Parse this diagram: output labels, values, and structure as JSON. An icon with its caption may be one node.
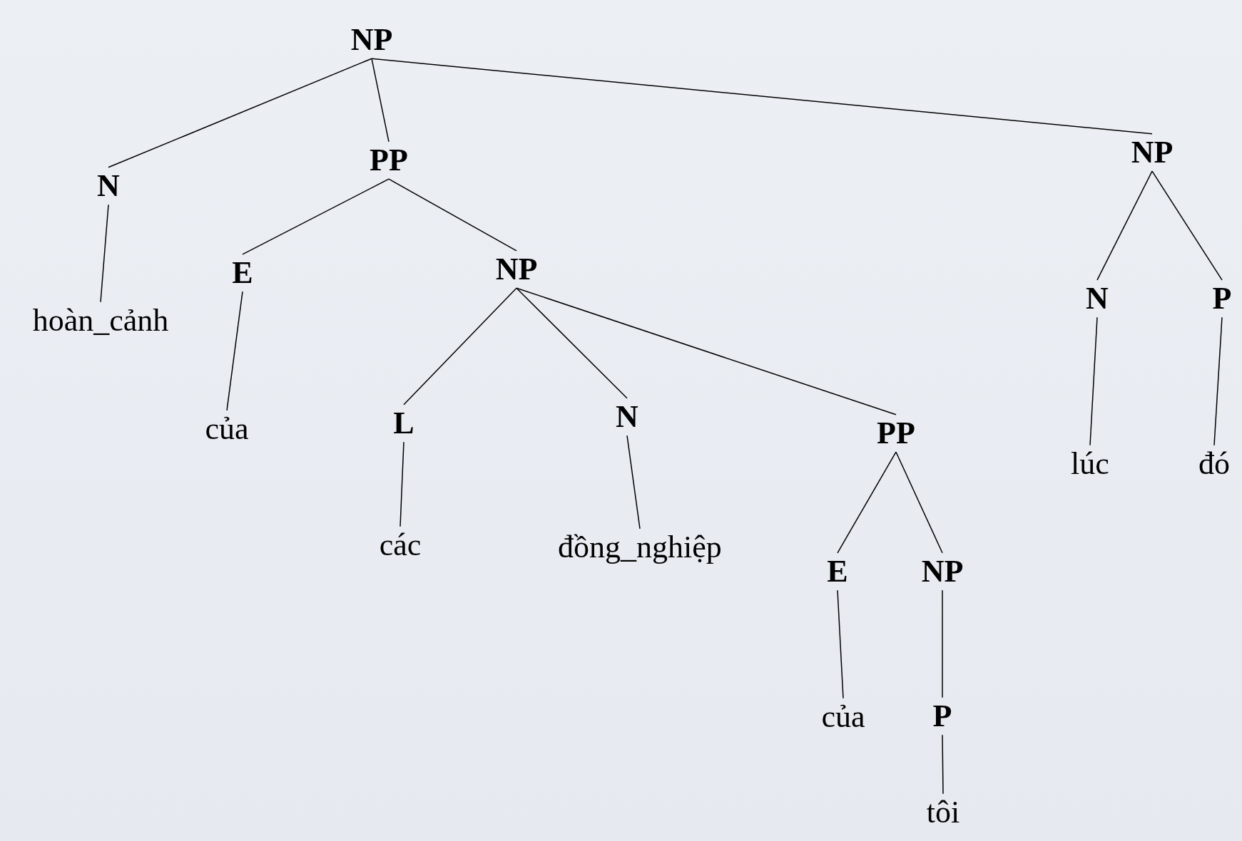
{
  "diagram": {
    "nodes": [
      {
        "text": [
          "NP"
        ]
      },
      {
        "text": [
          "N"
        ]
      },
      {
        "text": [
          "PP"
        ]
      },
      {
        "text": [
          "NP"
        ]
      },
      {
        "text": [
          "hoàn_cảnh"
        ]
      },
      {
        "text": [
          "E"
        ]
      },
      {
        "text": [
          "NP"
        ]
      },
      {
        "text": [
          "của"
        ]
      },
      {
        "text": [
          "L"
        ]
      },
      {
        "text": [
          "N"
        ]
      },
      {
        "text": [
          "PP"
        ]
      },
      {
        "text": [
          "các"
        ]
      },
      {
        "text": [
          "đồng_nghiệp"
        ]
      },
      {
        "text": [
          "E"
        ]
      },
      {
        "text": [
          "NP"
        ]
      },
      {
        "text": [
          "của"
        ]
      },
      {
        "text": [
          "P"
        ]
      },
      {
        "text": [
          "tôi"
        ]
      },
      {
        "text": [
          "N"
        ]
      },
      {
        "text": [
          "P"
        ]
      },
      {
        "text": [
          "lúc"
        ]
      },
      {
        "text": [
          "đó"
        ]
      }
    ],
    "edges": [
      {
        "from": 0,
        "to": 1,
        "arrow": "none"
      },
      {
        "from": 0,
        "to": 2,
        "arrow": "none"
      },
      {
        "from": 0,
        "to": 3,
        "arrow": "none"
      },
      {
        "from": 1,
        "to": 4,
        "arrow": "none"
      },
      {
        "from": 2,
        "to": 5,
        "arrow": "none"
      },
      {
        "from": 2,
        "to": 6,
        "arrow": "none"
      },
      {
        "from": 5,
        "to": 7,
        "arrow": "none"
      },
      {
        "from": 6,
        "to": 8,
        "arrow": "none"
      },
      {
        "from": 6,
        "to": 9,
        "arrow": "none"
      },
      {
        "from": 6,
        "to": 10,
        "arrow": "none"
      },
      {
        "from": 8,
        "to": 11,
        "arrow": "none"
      },
      {
        "from": 9,
        "to": 12,
        "arrow": "none"
      },
      {
        "from": 10,
        "to": 13,
        "arrow": "none"
      },
      {
        "from": 10,
        "to": 14,
        "arrow": "none"
      },
      {
        "from": 13,
        "to": 15,
        "arrow": "none"
      },
      {
        "from": 14,
        "to": 16,
        "arrow": "none"
      },
      {
        "from": 16,
        "to": 17,
        "arrow": "none"
      },
      {
        "from": 3,
        "to": 18,
        "arrow": "none"
      },
      {
        "from": 3,
        "to": 19,
        "arrow": "none"
      },
      {
        "from": 18,
        "to": 20,
        "arrow": "none"
      },
      {
        "from": 19,
        "to": 21,
        "arrow": "none"
      }
    ]
  }
}
